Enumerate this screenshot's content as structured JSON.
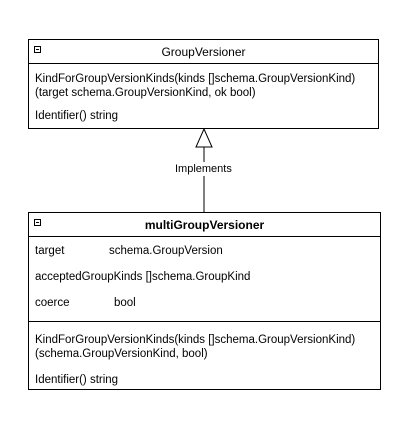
{
  "interface_class": {
    "name": "GroupVersioner",
    "methods": [
      "KindForGroupVersionKinds(kinds []schema.GroupVersionKind)",
      "(target schema.GroupVersionKind, ok bool)",
      "Identifier() string"
    ]
  },
  "relation": {
    "label": "Implements"
  },
  "impl_class": {
    "name": "multiGroupVersioner",
    "attributes": [
      {
        "name": "target",
        "type": "schema.GroupVersion"
      },
      {
        "name": "acceptedGroupKinds []schema.GroupKind",
        "type": ""
      },
      {
        "name": "coerce",
        "type": "bool"
      }
    ],
    "methods": [
      "KindForGroupVersionKinds(kinds []schema.GroupVersionKind)",
      "(schema.GroupVersionKind, bool)",
      "Identifier() string"
    ]
  }
}
